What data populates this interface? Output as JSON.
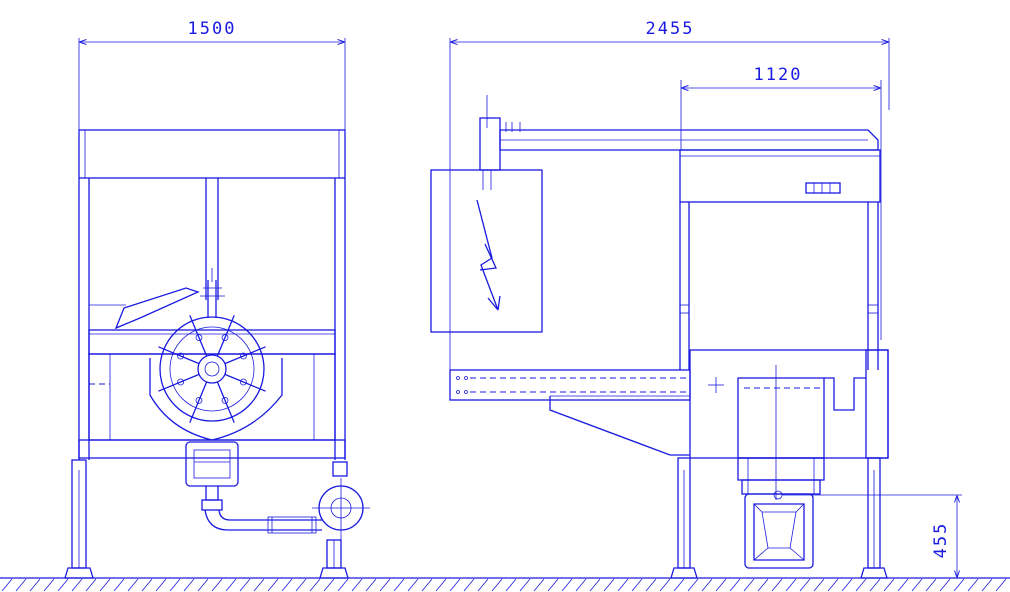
{
  "colors": {
    "ink": "#1a1ae0",
    "paper": "#ffffff"
  },
  "dimensions": {
    "front_width": "1500",
    "side_length": "2455",
    "cabinet_length": "1120",
    "outlet_height": "455"
  },
  "icons": {
    "lightning": "lightning-bolt-symbol",
    "ground": "ground-hatch"
  }
}
